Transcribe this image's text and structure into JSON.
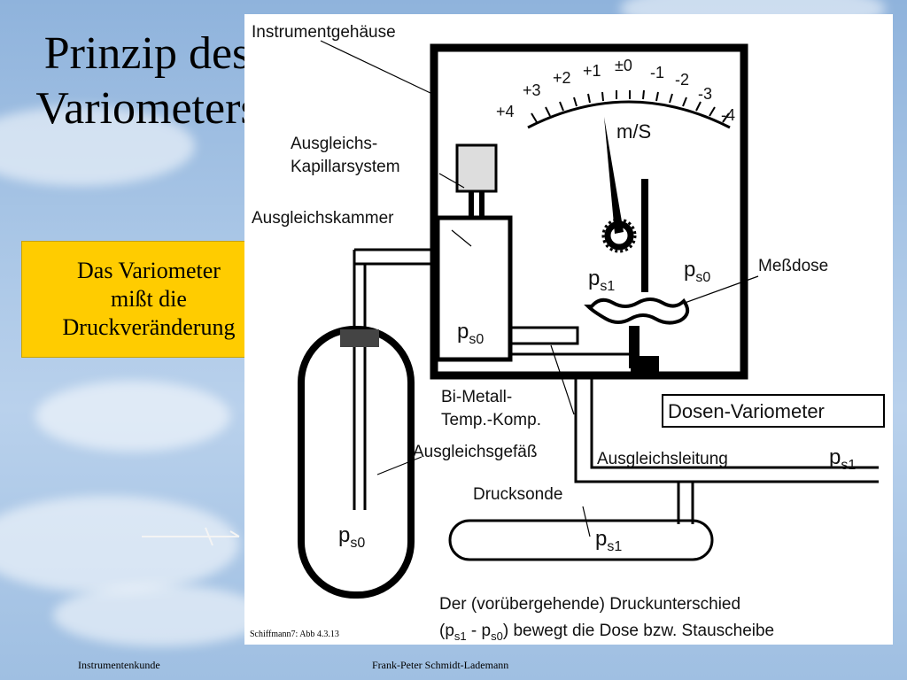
{
  "slide": {
    "title_line1": "Prinzip des",
    "title_line2": "Variometers",
    "callout_line1": "Das Variometer",
    "callout_line2": "mißt die",
    "callout_line3": "Druckveränderung",
    "footer_left": "Instrumentenkunde",
    "footer_right": "Frank-Peter Schmidt-Lademann"
  },
  "diagram": {
    "credit": "Schiffmann7: Abb 4.3.13",
    "labels": {
      "instrumentgehaeuse": "Instrumentgehäuse",
      "ausgleichs": "Ausgleichs-",
      "kapillarsystem": "Kapillarsystem",
      "ausgleichskammer": "Ausgleichskammer",
      "messdose": "Meßdose",
      "bimetall": "Bi-Metall-",
      "tempkomp": "Temp.-Komp.",
      "ausgleichsgefaess": "Ausgleichsgefäß",
      "ausgleichsleitung": "Ausgleichsleitung",
      "drucksonde": "Drucksonde",
      "dosen_variometer": "Dosen-Variometer",
      "unit": "m/S",
      "text_line1": "Der (vorübergehende) Druckunterschied",
      "text_line2_suffix": "bewegt die Dose bzw. Stauscheibe"
    },
    "scale": [
      "+4",
      "+3",
      "+2",
      "+1",
      "±0",
      "-1",
      "-2",
      "-3",
      "-4"
    ],
    "pressures": {
      "p": "p",
      "s0": "s0",
      "s1": "s1",
      "diff_open": "(p",
      "diff_mid": " - p",
      "diff_close": ")"
    }
  }
}
